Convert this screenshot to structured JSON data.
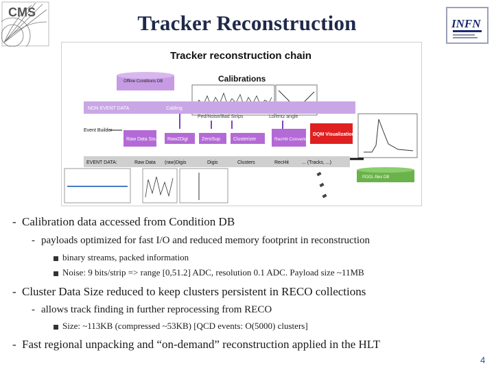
{
  "slide": {
    "title": "Tracker Reconstruction",
    "page_number": "4"
  },
  "logos": {
    "left": {
      "text": "CMS",
      "icon": "cms-experiment-logo"
    },
    "right": {
      "text": "INFN",
      "icon": "infn-logo"
    }
  },
  "figure": {
    "title": "Tracker reconstruction chain",
    "offline_db": "Offline Conditions DB",
    "calibrations_label": "Calibrations",
    "non_event_data": "NON EVENT DATA",
    "cabling": "Cabling",
    "ped_noise_bad": "Ped/Noise/Bad Strips",
    "lorentz_angle": "Lorentz angle",
    "event_builder": "Event Builder",
    "raw_data_source": "Raw Data Source",
    "raw2digi": "Raw2Digi",
    "zerosup": "ZeroSup",
    "clusterizer": "Clusterizer",
    "rechit_converter": "RecHit Converter",
    "dqm_visualization": "DQM Visualization",
    "event_data": "EVENT DATA:",
    "raw_data": "Raw Data",
    "raw_digis": "(raw)Digis",
    "digis": "Digis",
    "clusters": "Clusters",
    "rechit": "RecHit",
    "tracks": "... (Tracks, ...)",
    "pool_files": "POOL-files DB",
    "colors": {
      "purple_band": "#c9a7e6",
      "box": "#b46ad6",
      "red_box": "#e02020",
      "event_band": "#cfcfcf"
    }
  },
  "bullets": [
    {
      "level": 1,
      "text": "Calibration data accessed from Condition DB"
    },
    {
      "level": 2,
      "text": "payloads optimized for fast I/O and reduced memory footprint in reconstruction"
    },
    {
      "level": 3,
      "text": "binary streams, packed information"
    },
    {
      "level": 3,
      "text": "Noise: 9 bits/strip => range [0,51.2] ADC, resolution 0.1 ADC. Payload size ~11MB"
    },
    {
      "level": 1,
      "text": "Cluster Data Size reduced to keep clusters persistent in RECO collections"
    },
    {
      "level": 2,
      "text": "allows track finding in further reprocessing from RECO"
    },
    {
      "level": 3,
      "text": "Size: ~113KB (compressed ~53KB) [QCD events: O(5000) clusters]"
    },
    {
      "level": 1,
      "text": "Fast regional unpacking and “on-demand” reconstruction applied in the HLT"
    }
  ]
}
